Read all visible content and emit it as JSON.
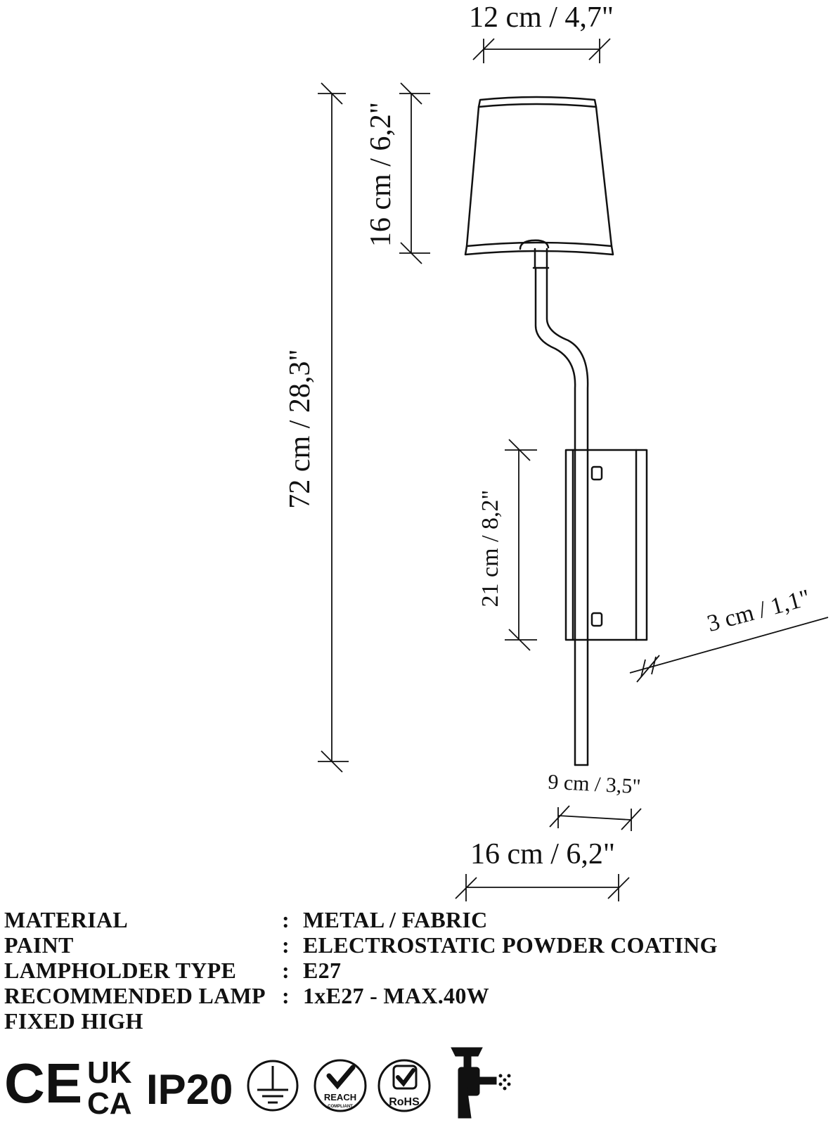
{
  "dimensions": {
    "shade_width": "12 cm / 4,7\"",
    "shade_height": "16 cm / 6,2\"",
    "total_height": "72 cm / 28,3\"",
    "plate_height": "21 cm / 8,2\"",
    "plate_depth": "3 cm / 1,1\"",
    "plate_width": "9 cm / 3,5\"",
    "total_width": "16 cm / 6,2\""
  },
  "specs": [
    {
      "label": "MATERIAL",
      "separator": ":",
      "value": "METAL / FABRIC"
    },
    {
      "label": "PAINT",
      "separator": ":",
      "value": "ELECTROSTATIC POWDER COATING"
    },
    {
      "label": "LAMPHOLDER TYPE",
      "separator": ":",
      "value": "E27"
    },
    {
      "label": "RECOMMENDED LAMP",
      "separator": ":",
      "value": "1xE27 - MAX.40W"
    },
    {
      "label": "FIXED HIGH",
      "separator": "",
      "value": ""
    }
  ],
  "certifications": {
    "ce": "CE",
    "ukca_top": "UK",
    "ukca_bottom": "CA",
    "ip": "IP20",
    "reach": "REACH",
    "reach_sub": "COMPLIANT",
    "rohs": "RoHS"
  },
  "icons": [
    "ce-mark-icon",
    "ukca-mark-icon",
    "ground-symbol-icon",
    "reach-check-icon",
    "rohs-check-icon",
    "spray-gun-icon"
  ],
  "colors": {
    "line": "#111111",
    "background": "#ffffff"
  }
}
